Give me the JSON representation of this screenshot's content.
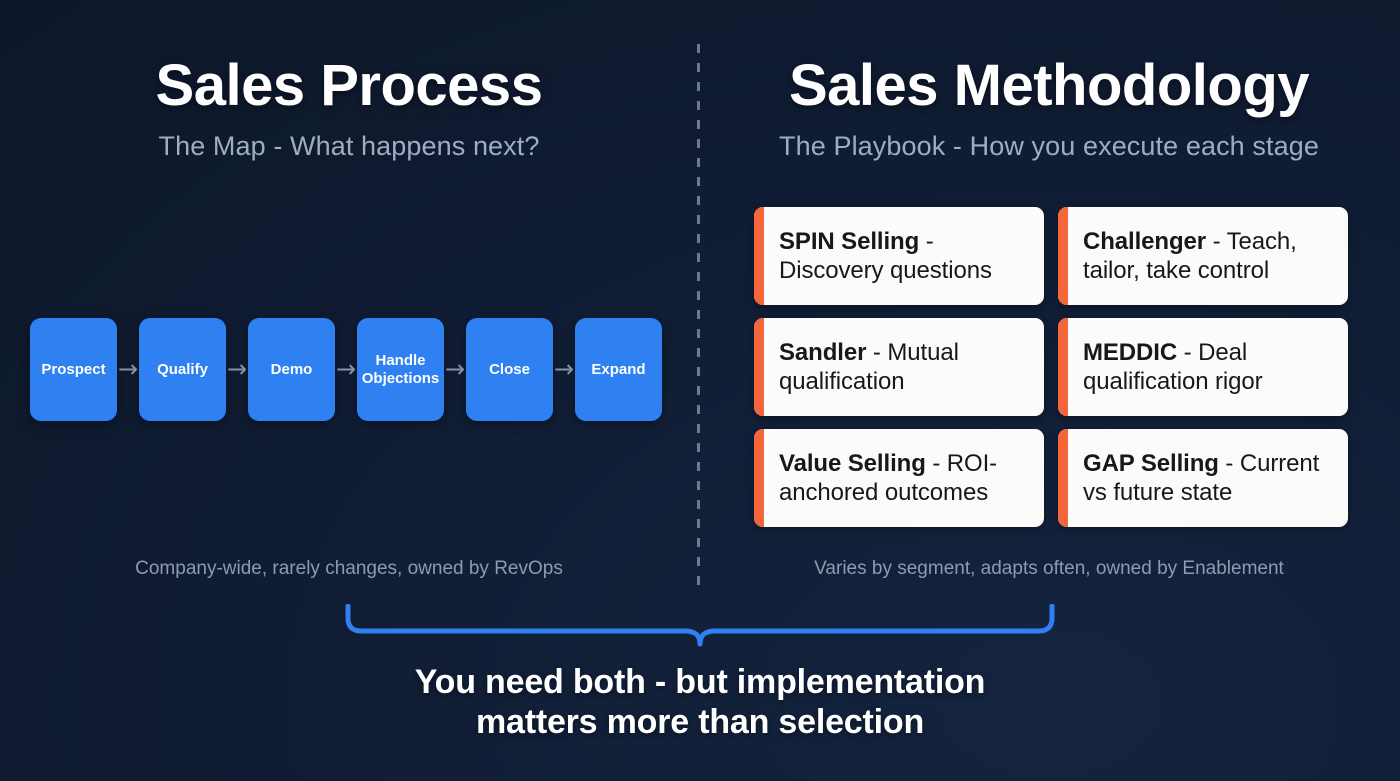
{
  "colors": {
    "background": "#101c33",
    "stage_blue": "#2f80f0",
    "card_accent_orange": "#f4663a",
    "card_bg": "#fbfbfa",
    "brace_blue": "#2f80f0",
    "muted_text": "#8d9bb0",
    "divider": "#8c99ac"
  },
  "left": {
    "title": "Sales Process",
    "subtitle": "The Map - What happens next?",
    "footnote": "Company-wide, rarely changes, owned by RevOps",
    "stages": [
      {
        "label": "Prospect"
      },
      {
        "label": "Qualify"
      },
      {
        "label": "Demo"
      },
      {
        "label": "Handle\nObjections"
      },
      {
        "label": "Close"
      },
      {
        "label": "Expand"
      }
    ],
    "arrow_glyph": "→"
  },
  "right": {
    "title": "Sales Methodology",
    "subtitle": "The Playbook - How you execute each stage",
    "footnote": "Varies by segment, adapts often, owned by Enablement",
    "cards": [
      {
        "name": "SPIN Selling",
        "description": " - Discovery questions"
      },
      {
        "name": "Challenger",
        "description": " - Teach, tailor, take control"
      },
      {
        "name": "Sandler",
        "description": " - Mutual qualification"
      },
      {
        "name": "MEDDIC",
        "description": " - Deal qualification rigor"
      },
      {
        "name": "Value Selling",
        "description": " - ROI-anchored outcomes"
      },
      {
        "name": "GAP Selling",
        "description": " - Current vs future state"
      }
    ]
  },
  "conclusion": {
    "line1": "You need both - but implementation",
    "line2": "matters more than selection"
  }
}
